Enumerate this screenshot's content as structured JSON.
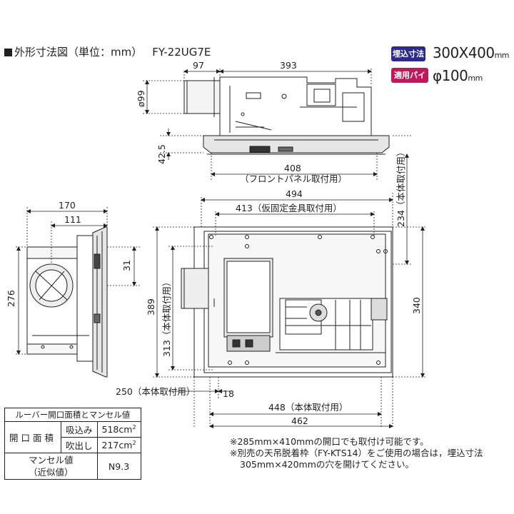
{
  "header": {
    "title": "外形寸法図（単位：mm）",
    "model": "FY-22UG7E"
  },
  "specs": {
    "ceiling_opening_label": "埋込寸法",
    "ceiling_opening_value": "300X400",
    "ceiling_opening_unit": "mm",
    "pipe_label": "適用パイプ",
    "pipe_value": "φ100",
    "pipe_unit": "mm"
  },
  "dimensions": {
    "side_duct_length": "97",
    "side_body_length": "393",
    "duct_diameter": "ø99",
    "panel_height": "42.5",
    "front_panel_mount": "408",
    "front_panel_mount_note": "（フロントパネル取付用）",
    "body_width": "494",
    "temp_bracket": "413（仮固定金具取付用）",
    "body_mount_234": "234（本体取付用）",
    "end_width_170": "170",
    "end_width_111": "111",
    "end_height_276": "276",
    "duct_offset_31": "31",
    "body_depth_389": "389",
    "body_mount_313": "313（本体取付用）",
    "depth_340": "340",
    "mount_250": "250（本体取付用）",
    "offset_18": "18",
    "mount_448": "448（本体取付用）",
    "overall_462": "462"
  },
  "table": {
    "title": "ルーバー開口面積とマンセル値",
    "opening_area_label": "開口面積",
    "intake_label": "吸込み",
    "intake_value": "518cm",
    "exhaust_label": "吹出し",
    "exhaust_value": "217cm",
    "area_unit_sup": "2",
    "munsell_label_1": "マンセル値",
    "munsell_label_2": "（近似値）",
    "munsell_value": "N9.3"
  },
  "notes": {
    "line1": "※285mm×410mmの開口でも取付け可能です。",
    "line2": "※別売の天吊脱着枠（FY-KTS14）をご使用の場合は，埋込寸法",
    "line3": "305mm×420mmの穴を開けてください。"
  },
  "colors": {
    "line": "#231f20",
    "badge_size": "#2b2b8f",
    "badge_pipe": "#c2185b",
    "body_fill": "#e6e6e6"
  }
}
